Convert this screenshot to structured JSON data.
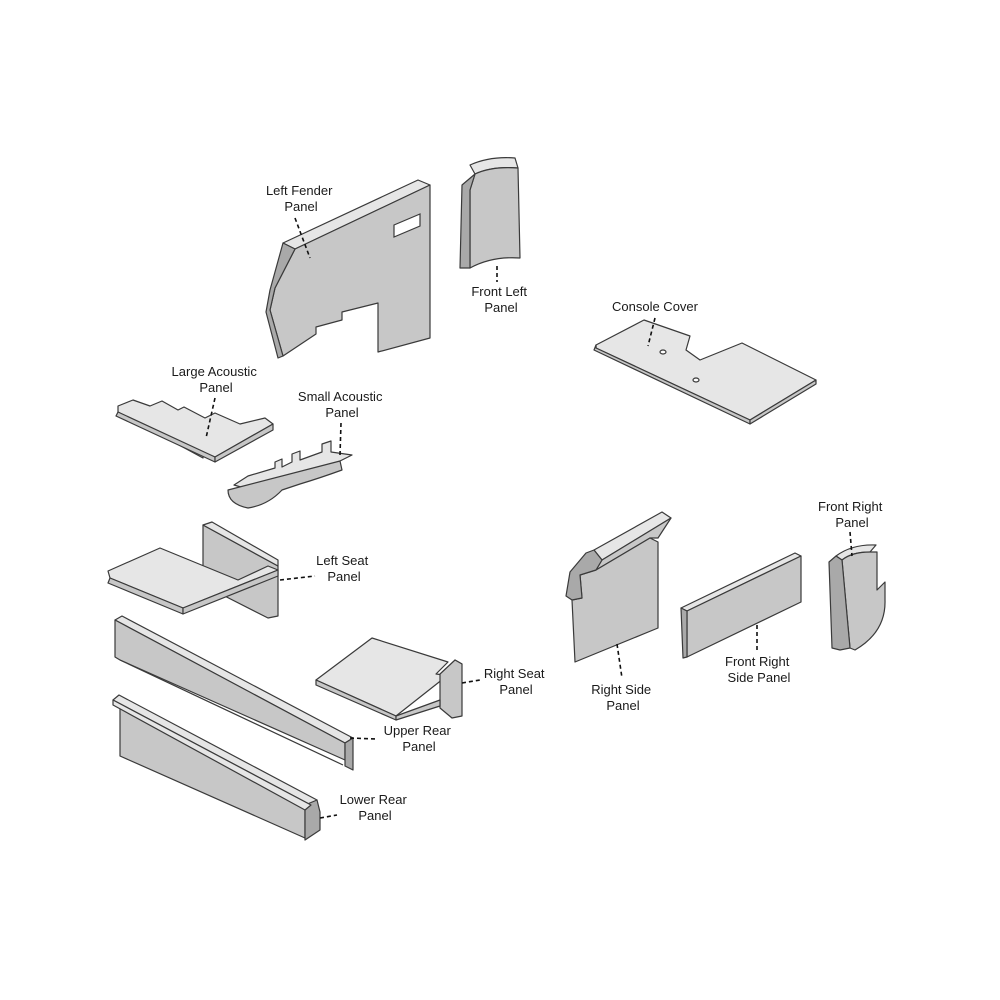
{
  "parts": {
    "left_fender": [
      "Left Fender",
      "Panel"
    ],
    "front_left": [
      "Front Left",
      "Panel"
    ],
    "console_cover": [
      "Console Cover"
    ],
    "large_acoustic": [
      "Large Acoustic",
      "Panel"
    ],
    "small_acoustic": [
      "Small Acoustic",
      "Panel"
    ],
    "left_seat": [
      "Left Seat",
      "Panel"
    ],
    "right_seat": [
      "Right Seat",
      "Panel"
    ],
    "upper_rear": [
      "Upper Rear",
      "Panel"
    ],
    "lower_rear": [
      "Lower Rear",
      "Panel"
    ],
    "right_side": [
      "Right Side",
      "Panel"
    ],
    "front_right_side": [
      "Front Right",
      "Side Panel"
    ],
    "front_right": [
      "Front Right",
      "Panel"
    ]
  }
}
